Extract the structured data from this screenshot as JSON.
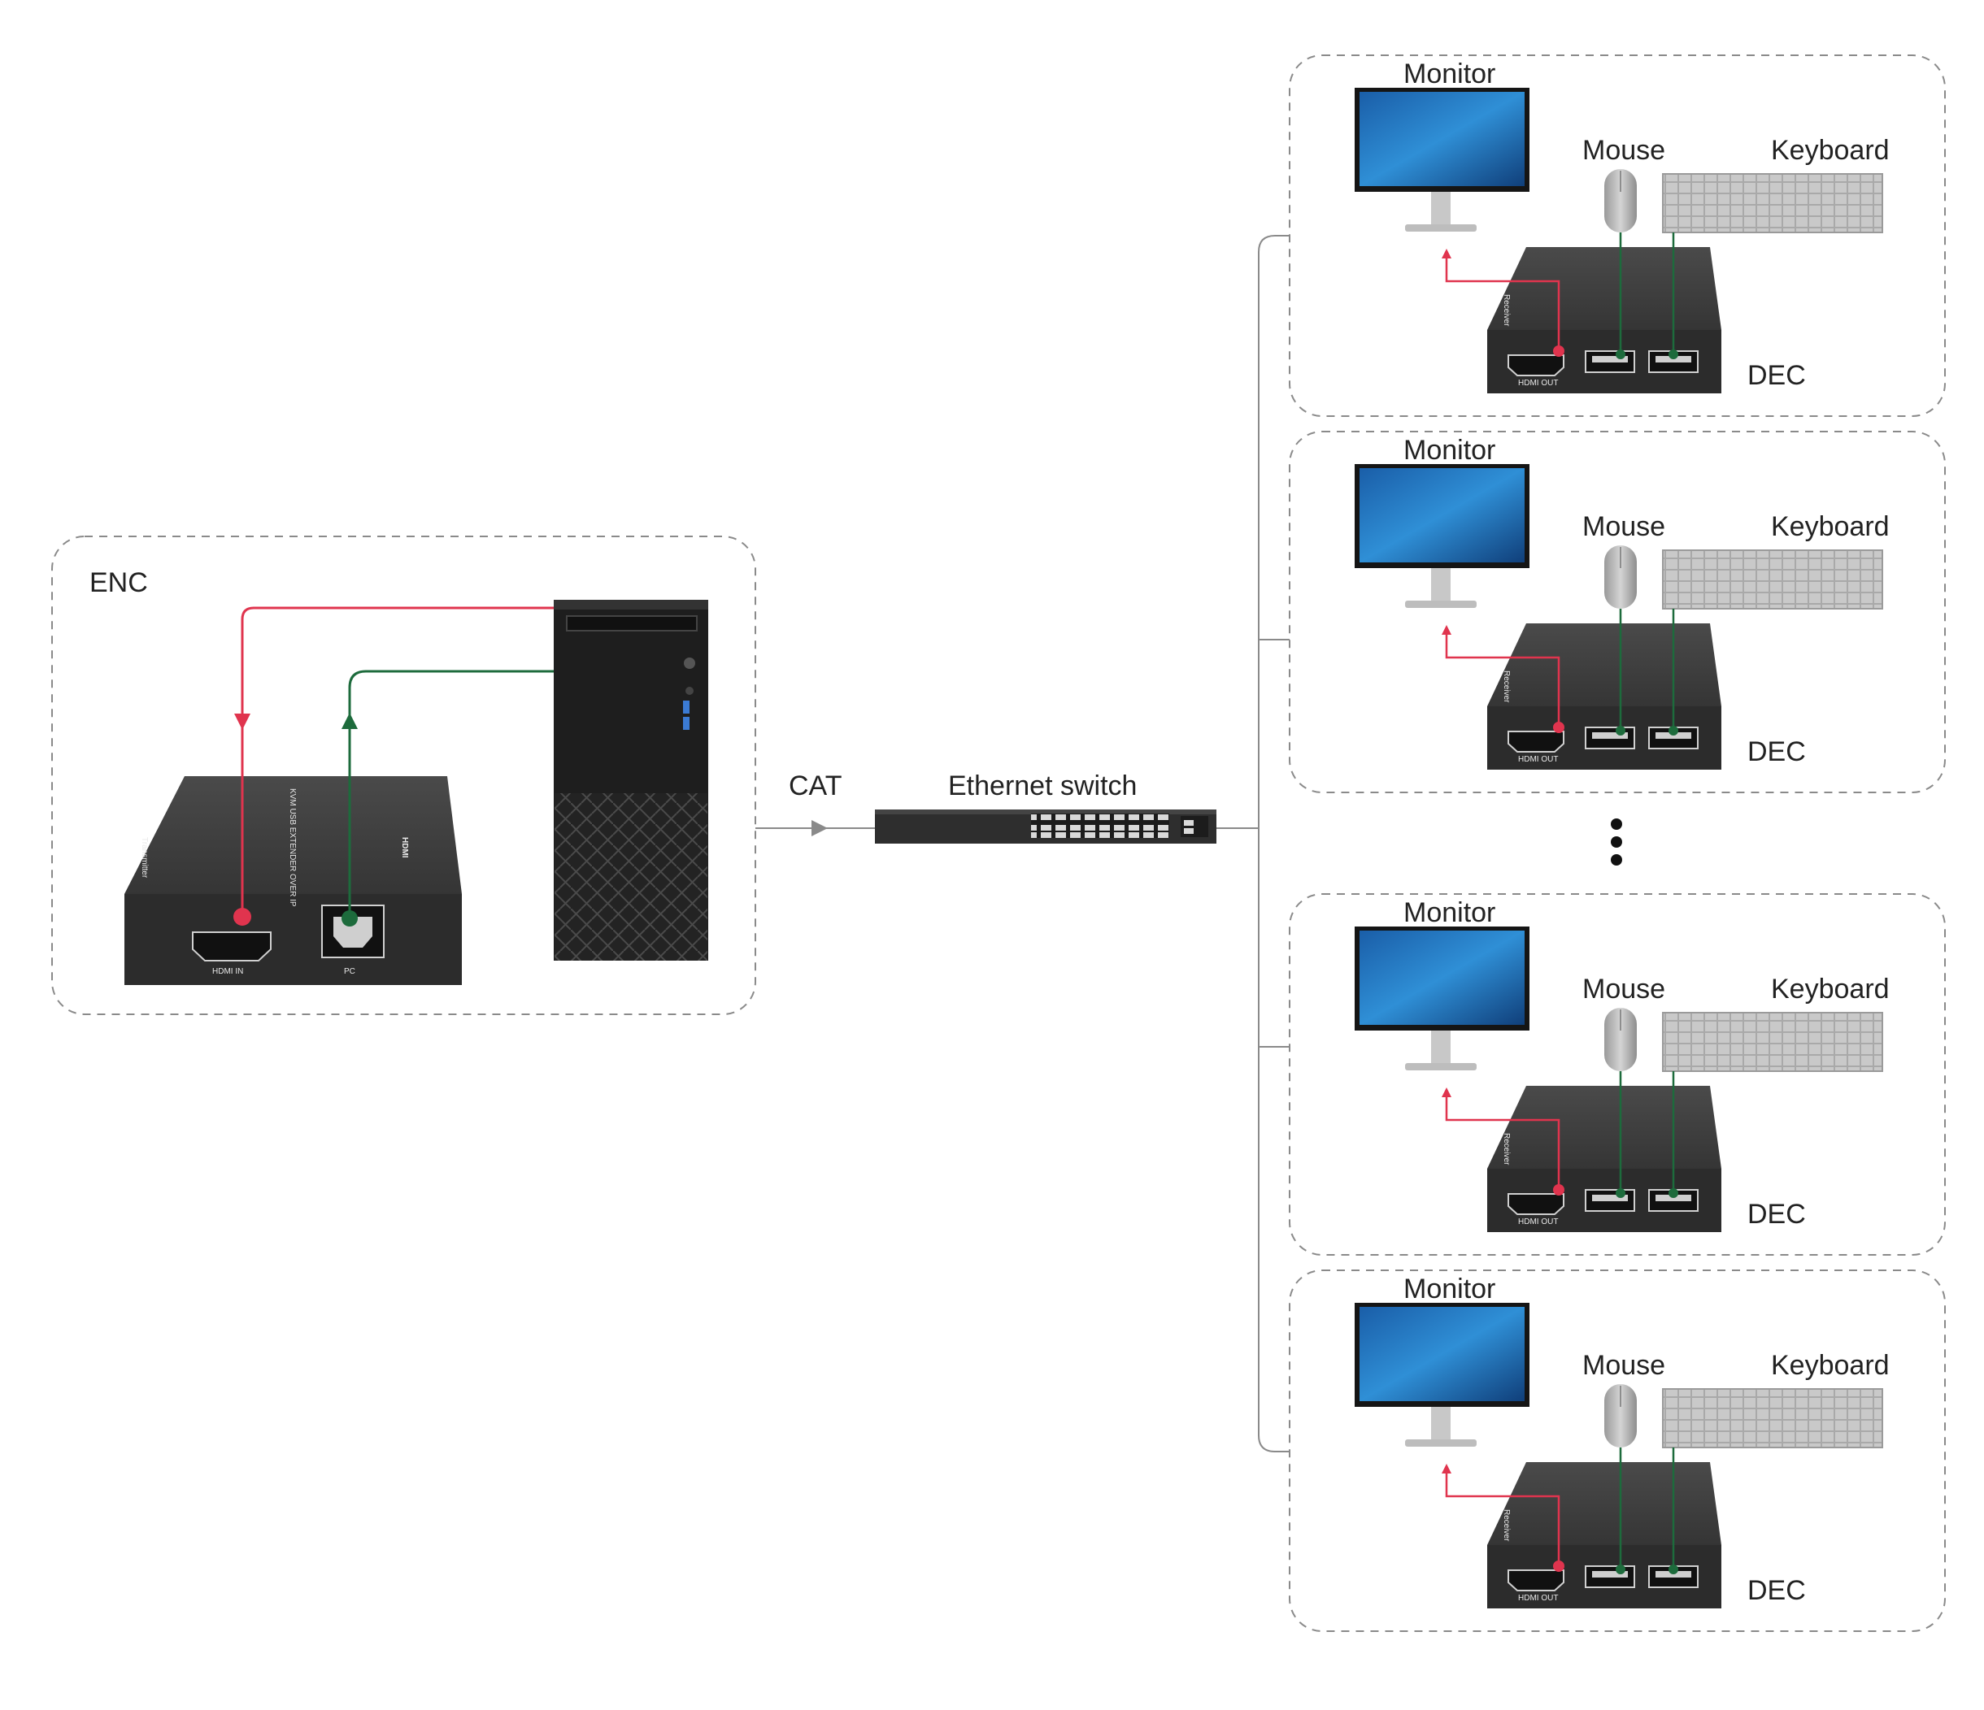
{
  "encoder": {
    "label": "ENC",
    "transmitter_label": "Transmitter",
    "hdmi_in_label": "HDMI IN",
    "pc_label": "PC",
    "product_text": "KVM USB EXTENDER OVER IP",
    "brand_text": "HDMI"
  },
  "link": {
    "cable_label": "CAT",
    "switch_label": "Ethernet switch"
  },
  "decoder_units": [
    {
      "monitor_label": "Monitor",
      "mouse_label": "Mouse",
      "keyboard_label": "Keyboard",
      "receiver_label": "Receiver",
      "hdmi_out_label": "HDMI OUT",
      "box_label": "DEC"
    },
    {
      "monitor_label": "Monitor",
      "mouse_label": "Mouse",
      "keyboard_label": "Keyboard",
      "receiver_label": "Receiver",
      "hdmi_out_label": "HDMI OUT",
      "box_label": "DEC"
    },
    {
      "monitor_label": "Monitor",
      "mouse_label": "Mouse",
      "keyboard_label": "Keyboard",
      "receiver_label": "Receiver",
      "hdmi_out_label": "HDMI OUT",
      "box_label": "DEC"
    },
    {
      "monitor_label": "Monitor",
      "mouse_label": "Mouse",
      "keyboard_label": "Keyboard",
      "receiver_label": "Receiver",
      "hdmi_out_label": "HDMI OUT",
      "box_label": "DEC"
    }
  ],
  "colors": {
    "video_line": "#e0344e",
    "usb_line": "#1d6b3c",
    "device_body": "#3a3a3a",
    "cable_line": "#8a8a8a"
  }
}
